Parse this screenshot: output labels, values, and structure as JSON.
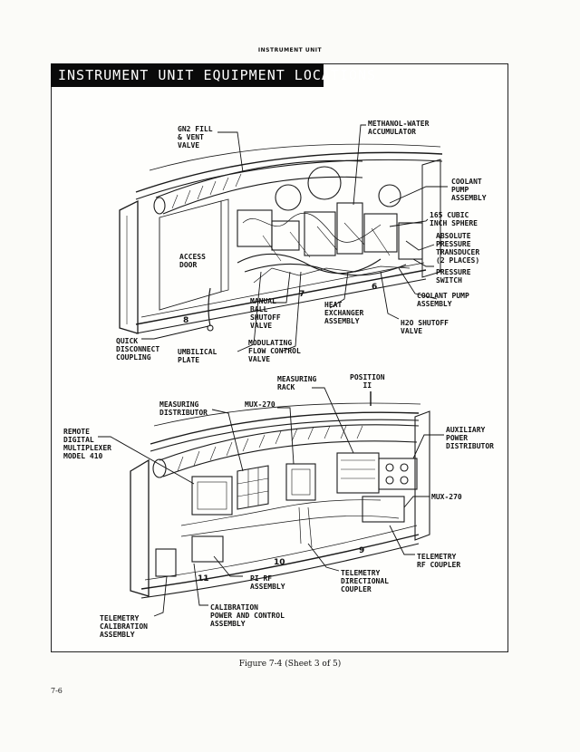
{
  "header": {
    "running_head": "INSTRUMENT UNIT"
  },
  "figure": {
    "title": "INSTRUMENT UNIT EQUIPMENT LOCATIONS",
    "caption": "Figure 7-4 (Sheet 3 of 5)"
  },
  "upper_view": {
    "labels": {
      "gn2_fill": "GN2 FILL\n& VENT\nVALVE",
      "methanol": "METHANOL-WATER\nACCUMULATOR",
      "coolant_pump": "COOLANT\nPUMP\nASSEMBLY",
      "sphere": "165 CUBIC\nINCH SPHERE",
      "absolute_pressure": "ABSOLUTE\nPRESSURE\nTRANSDUCER\n(2 PLACES)",
      "pressure_switch": "PRESSURE\nSWITCH",
      "coolant_pump_2": "COOLANT PUMP\nASSEMBLY",
      "access_door": "ACCESS\nDOOR",
      "manual_ball": "MANUAL\nBALL\nSHUTOFF\nVALVE",
      "heat_exchanger": "HEAT\nEXCHANGER\nASSEMBLY",
      "h2o_shutoff": "H2O SHUTOFF\nVALVE",
      "quick_disconnect": "QUICK\nDISCONNECT\nCOUPLING",
      "umbilical": "UMBILICAL\nPLATE",
      "modulating": "MODULATING\nFLOW CONTROL\nVALVE"
    },
    "position_numbers": {
      "p6": "6",
      "p7": "7",
      "p8": "8"
    }
  },
  "lower_view": {
    "labels": {
      "position": "POSITION\nII",
      "measuring_rack": "MEASURING\nRACK",
      "measuring_distributor": "MEASURING\nDISTRIBUTOR",
      "mux_top": "MUX-270",
      "remote_digital": "REMOTE\nDIGITAL\nMULTIPLEXER\nMODEL 410",
      "auxiliary_power": "AUXILIARY\nPOWER\nDISTRIBUTOR",
      "mux_right": "MUX-270",
      "telemetry_rf": "TELEMETRY\nRF COUPLER",
      "pi_rf": "PI RF\nASSEMBLY",
      "telemetry_directional": "TELEMETRY\nDIRECTIONAL\nCOUPLER",
      "calibration_power": "CALIBRATION\nPOWER AND CONTROL\nASSEMBLY",
      "telemetry_calibration": "TELEMETRY\nCALIBRATION\nASSEMBLY"
    },
    "position_numbers": {
      "p9": "9",
      "p10": "10",
      "p11": "11"
    }
  },
  "footer": {
    "page_number": "7-6"
  }
}
